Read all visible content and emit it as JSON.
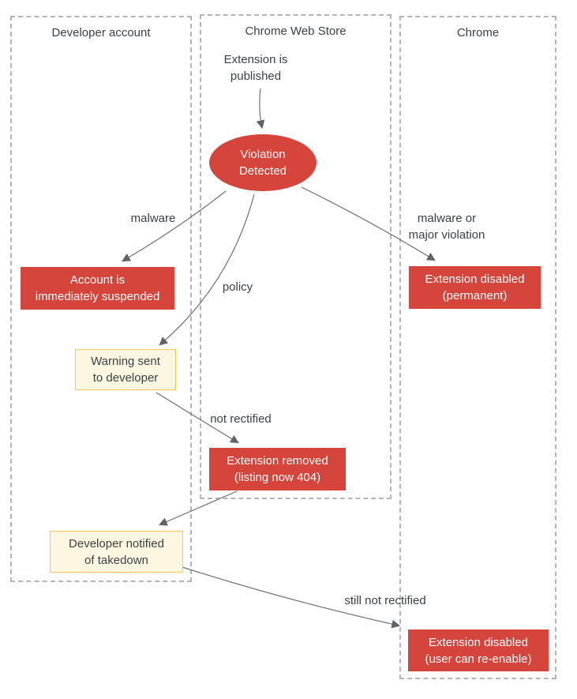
{
  "lanes": {
    "developer": {
      "title": "Developer account"
    },
    "web_store": {
      "title": "Chrome Web Store"
    },
    "chrome": {
      "title": "Chrome"
    }
  },
  "nodes": {
    "published": {
      "line1": "Extension is",
      "line2": "published"
    },
    "violation": {
      "line1": "Violation",
      "line2": "Detected"
    },
    "suspended": {
      "line1": "Account is",
      "line2": "immediately suspended"
    },
    "warning": {
      "line1": "Warning sent",
      "line2": "to developer"
    },
    "disabled_permanent": {
      "line1": "Extension disabled",
      "line2": "(permanent)"
    },
    "removed": {
      "line1": "Extension removed",
      "line2": "(listing now 404)"
    },
    "notified": {
      "line1": "Developer notified",
      "line2": "of takedown"
    },
    "disabled_reenable": {
      "line1": "Extension disabled",
      "line2": "(user can re-enable)"
    }
  },
  "edge_labels": {
    "malware": "malware",
    "policy": "policy",
    "major_line1": "malware or",
    "major_line2": "major violation",
    "not_rectified": "not rectified",
    "still_not_rectified": "still not rectified"
  },
  "colors": {
    "red": "#d5453c",
    "node-text-light": "#ffffff",
    "warning-fill": "#fdf7e2",
    "warning-border": "#f5c64b",
    "text-dark": "#3c4043",
    "lane-border": "#b4b4b4",
    "edge": "#6e6e6e",
    "arrow": "#5f6368",
    "background": "#ffffff"
  }
}
